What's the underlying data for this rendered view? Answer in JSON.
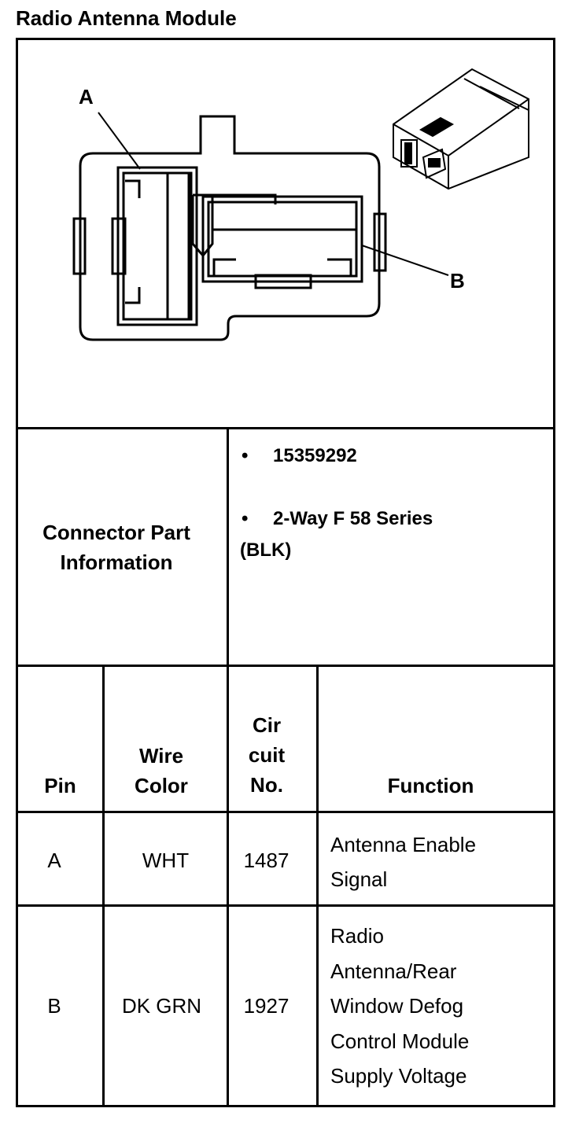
{
  "title": "Radio Antenna Module",
  "diagram": {
    "label_a": "A",
    "label_b": "B"
  },
  "connector_info": {
    "label": "Connector Part Information",
    "bullets": [
      "15359292",
      "2-Way F 58 Series (BLK)"
    ],
    "bullet_glyph": "•"
  },
  "pin_table": {
    "headers": {
      "pin": "Pin",
      "wire_color": "Wire Color",
      "circuit": "Cir cuit No.",
      "function": "Function"
    },
    "rows": [
      {
        "pin": "A",
        "wire_color": "WHT",
        "circuit": "1487",
        "function": "Antenna Enable Signal"
      },
      {
        "pin": "B",
        "wire_color": "DK GRN",
        "circuit": "1927",
        "function": "Radio Antenna/Rear Window Defog Control Module Supply Voltage"
      }
    ]
  }
}
